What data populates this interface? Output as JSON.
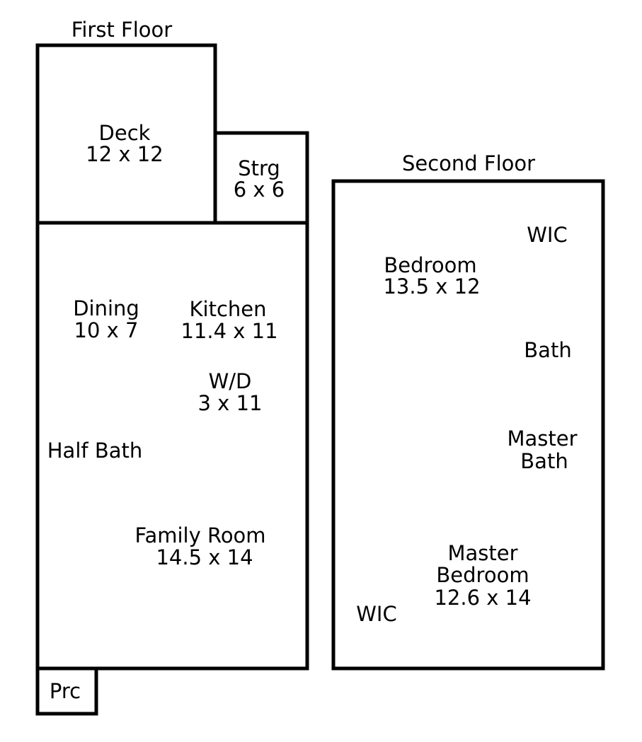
{
  "first_floor": {
    "title": "First Floor",
    "rooms": {
      "deck": {
        "name": "Deck",
        "size": "12 x 12"
      },
      "storage": {
        "name": "Strg",
        "size": "6 x 6"
      },
      "dining": {
        "name": "Dining",
        "size": "10 x 7"
      },
      "kitchen": {
        "name": "Kitchen",
        "size": "11.4 x 11"
      },
      "washer_dryer": {
        "name": "W/D",
        "size": "3 x 11"
      },
      "half_bath": {
        "name": "Half Bath"
      },
      "family_room": {
        "name": "Family Room",
        "size": "14.5 x 14"
      },
      "porch": {
        "name": "Prc"
      }
    }
  },
  "second_floor": {
    "title": "Second Floor",
    "rooms": {
      "wic_upper": {
        "name": "WIC"
      },
      "bedroom": {
        "name": "Bedroom",
        "size": "13.5 x 12"
      },
      "bath": {
        "name": "Bath"
      },
      "master_bath": {
        "line1": "Master",
        "line2": "Bath"
      },
      "master_bedroom": {
        "line1": "Master",
        "line2": "Bedroom",
        "size": "12.6 x 14"
      },
      "wic_lower": {
        "name": "WIC"
      }
    }
  }
}
